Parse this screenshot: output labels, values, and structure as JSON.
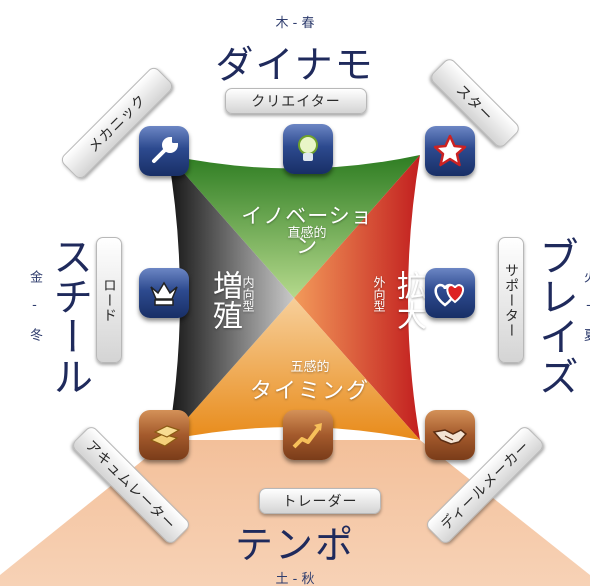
{
  "seasons": {
    "top": "木 - 春",
    "left": "金 - 冬",
    "right": "火 - 夏",
    "bottom": "土 - 秋"
  },
  "profiles": {
    "top": "ダイナモ",
    "left": "スチール",
    "right": "ブレイズ",
    "bottom": "テンポ"
  },
  "roles": {
    "creator": "クリエイター",
    "star": "スター",
    "supporter": "サポーター",
    "deal_maker": "ディールメーカー",
    "trader": "トレーダー",
    "accumulator": "アキュムレーター",
    "lord": "ロード",
    "mechanic": "メカニック"
  },
  "quadrants": {
    "top": {
      "title": "イノベーション",
      "sub": "直感的"
    },
    "bottom": {
      "title": "タイミング",
      "sub": "五感的"
    },
    "left": {
      "title": "増殖",
      "sub": "内向型"
    },
    "right": {
      "title": "拡大",
      "sub": "外向型"
    }
  },
  "icons": {
    "mechanic": "wrench-icon",
    "creator": "lightbulb-icon",
    "star": "star-icon",
    "lord": "crown-icon",
    "supporter": "hearts-icon",
    "accumulator": "gold-bars-icon",
    "trader": "rising-chart-icon",
    "deal_maker": "handshake-icon"
  },
  "colors": {
    "innovation": "#5aa43a",
    "expansion": "#cf3a24",
    "timing": "#ec9a2c",
    "increase": "#3a3a3a",
    "tempo_band": "#f6c9a8",
    "title_text": "#1f2a5c"
  }
}
